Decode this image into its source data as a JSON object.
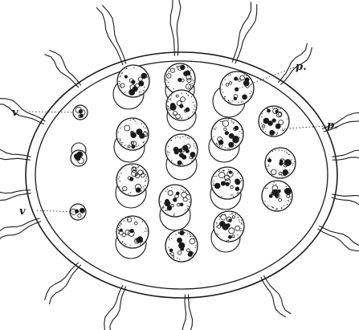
{
  "figure": {
    "labels": {
      "v_upper": "v",
      "v_lower": "v",
      "p_upper": "p.",
      "p_right": "p."
    },
    "colors": {
      "ink": "#1a1a1a",
      "paper": "#ffffff"
    },
    "cell_icon": "dotted-sphere-icon",
    "flagellum_icon": "wavy-line-icon"
  }
}
